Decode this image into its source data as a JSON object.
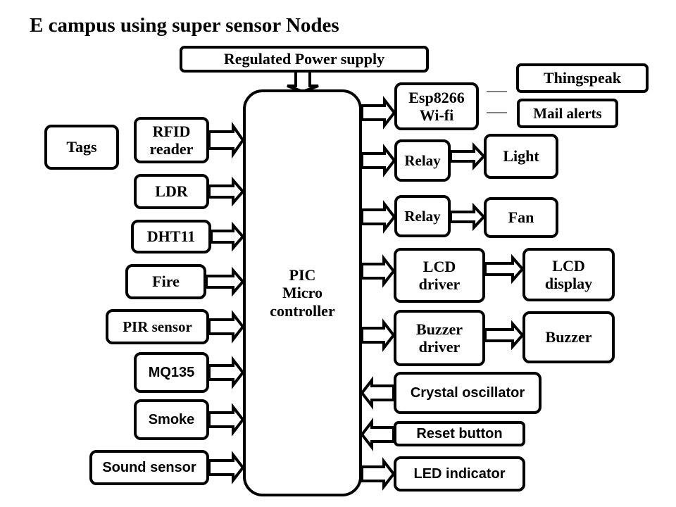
{
  "title": "E campus using super sensor Nodes",
  "power_supply": "Regulated Power supply",
  "microcontroller": "PIC\nMicro\ncontroller",
  "left_inputs": {
    "tags": "Tags",
    "rfid": "RFID\nreader",
    "ldr": "LDR",
    "dht11": "DHT11",
    "fire": "Fire",
    "pir": "PIR sensor",
    "mq135": "MQ135",
    "smoke": "Smoke",
    "sound": "Sound sensor"
  },
  "right_outputs": {
    "esp": "Esp8266\nWi-fi",
    "thingspeak": "Thingspeak",
    "mail": "Mail alerts",
    "relay1": "Relay",
    "light": "Light",
    "relay2": "Relay",
    "fan": "Fan",
    "lcd_driver": "LCD\ndriver",
    "lcd_display": "LCD\ndisplay",
    "buzzer_driver": "Buzzer\ndriver",
    "buzzer": "Buzzer",
    "crystal": "Crystal oscillator",
    "reset": "Reset button",
    "led": "LED indicator"
  }
}
